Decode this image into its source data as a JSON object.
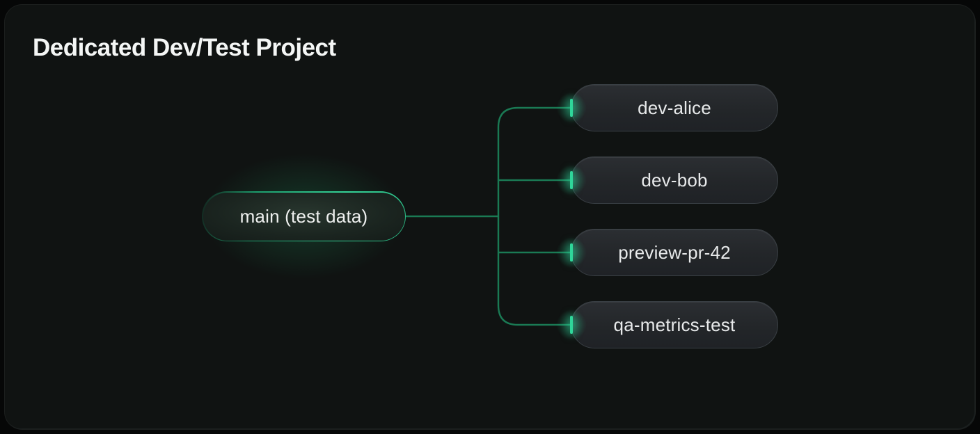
{
  "page": {
    "title": "Dedicated Dev/Test Project"
  },
  "tree": {
    "root": {
      "label": "main (test data)"
    },
    "branches": [
      {
        "label": "dev-alice"
      },
      {
        "label": "dev-bob"
      },
      {
        "label": "preview-pr-42"
      },
      {
        "label": "qa-metrics-test"
      }
    ]
  },
  "colors": {
    "page_background": "#060707",
    "card_background": "#101312",
    "connector_green": "#1a7a54",
    "accent_green_bright": "#2fd69a",
    "root_border_green": "#36d398",
    "branch_fill": "#232629",
    "branch_border": "#393f44",
    "label_text": "#e8eaeb",
    "title_text": "#f4f6f5"
  }
}
